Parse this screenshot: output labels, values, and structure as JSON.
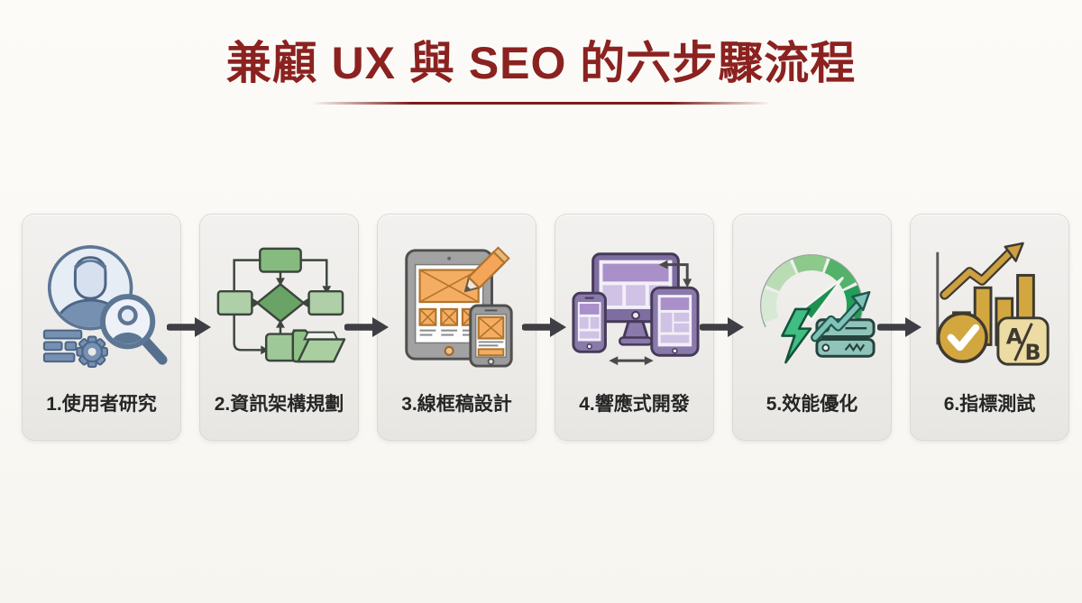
{
  "header": {
    "title": "兼顧 UX 與 SEO 的六步驟流程",
    "title_color": "#8b2220"
  },
  "flow": {
    "arrow_color": "#3e3e44",
    "steps": [
      {
        "label": "1.使用者研究",
        "icon": "user-research-icon",
        "accent": "#5d7694"
      },
      {
        "label": "2.資訊架構規劃",
        "icon": "information-architecture-icon",
        "accent": "#69a366"
      },
      {
        "label": "3.線框稿設計",
        "icon": "wireframe-design-icon",
        "accent": "#f5a55a"
      },
      {
        "label": "4.響應式開發",
        "icon": "responsive-devices-icon",
        "accent": "#7e6da0"
      },
      {
        "label": "5.效能優化",
        "icon": "performance-optimization-icon",
        "accent": "#219e57"
      },
      {
        "label": "6.指標測試",
        "icon": "metrics-ab-testing-icon",
        "accent": "#d3a73f"
      }
    ]
  }
}
